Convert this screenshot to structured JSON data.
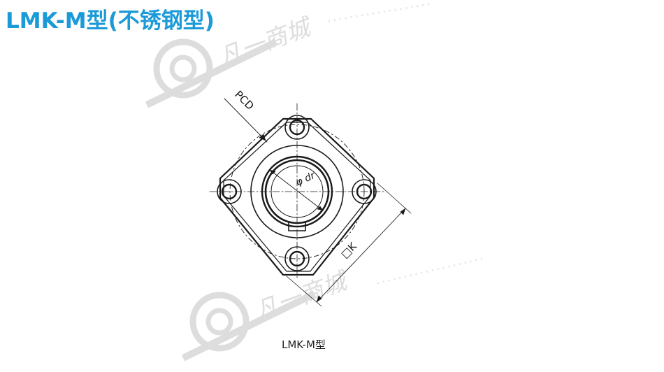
{
  "title": "LMK-M型(不锈钢型)",
  "caption": "LMK-M型",
  "labels": {
    "pcd": "PCD",
    "bore": "φ dr",
    "square": "□K"
  },
  "watermark": {
    "text": "凡一商城",
    "logo": "bearing-logo"
  },
  "colors": {
    "title": "#1b9ad8",
    "line": "#1a1a1a",
    "watermark": "#d9d9d9"
  }
}
